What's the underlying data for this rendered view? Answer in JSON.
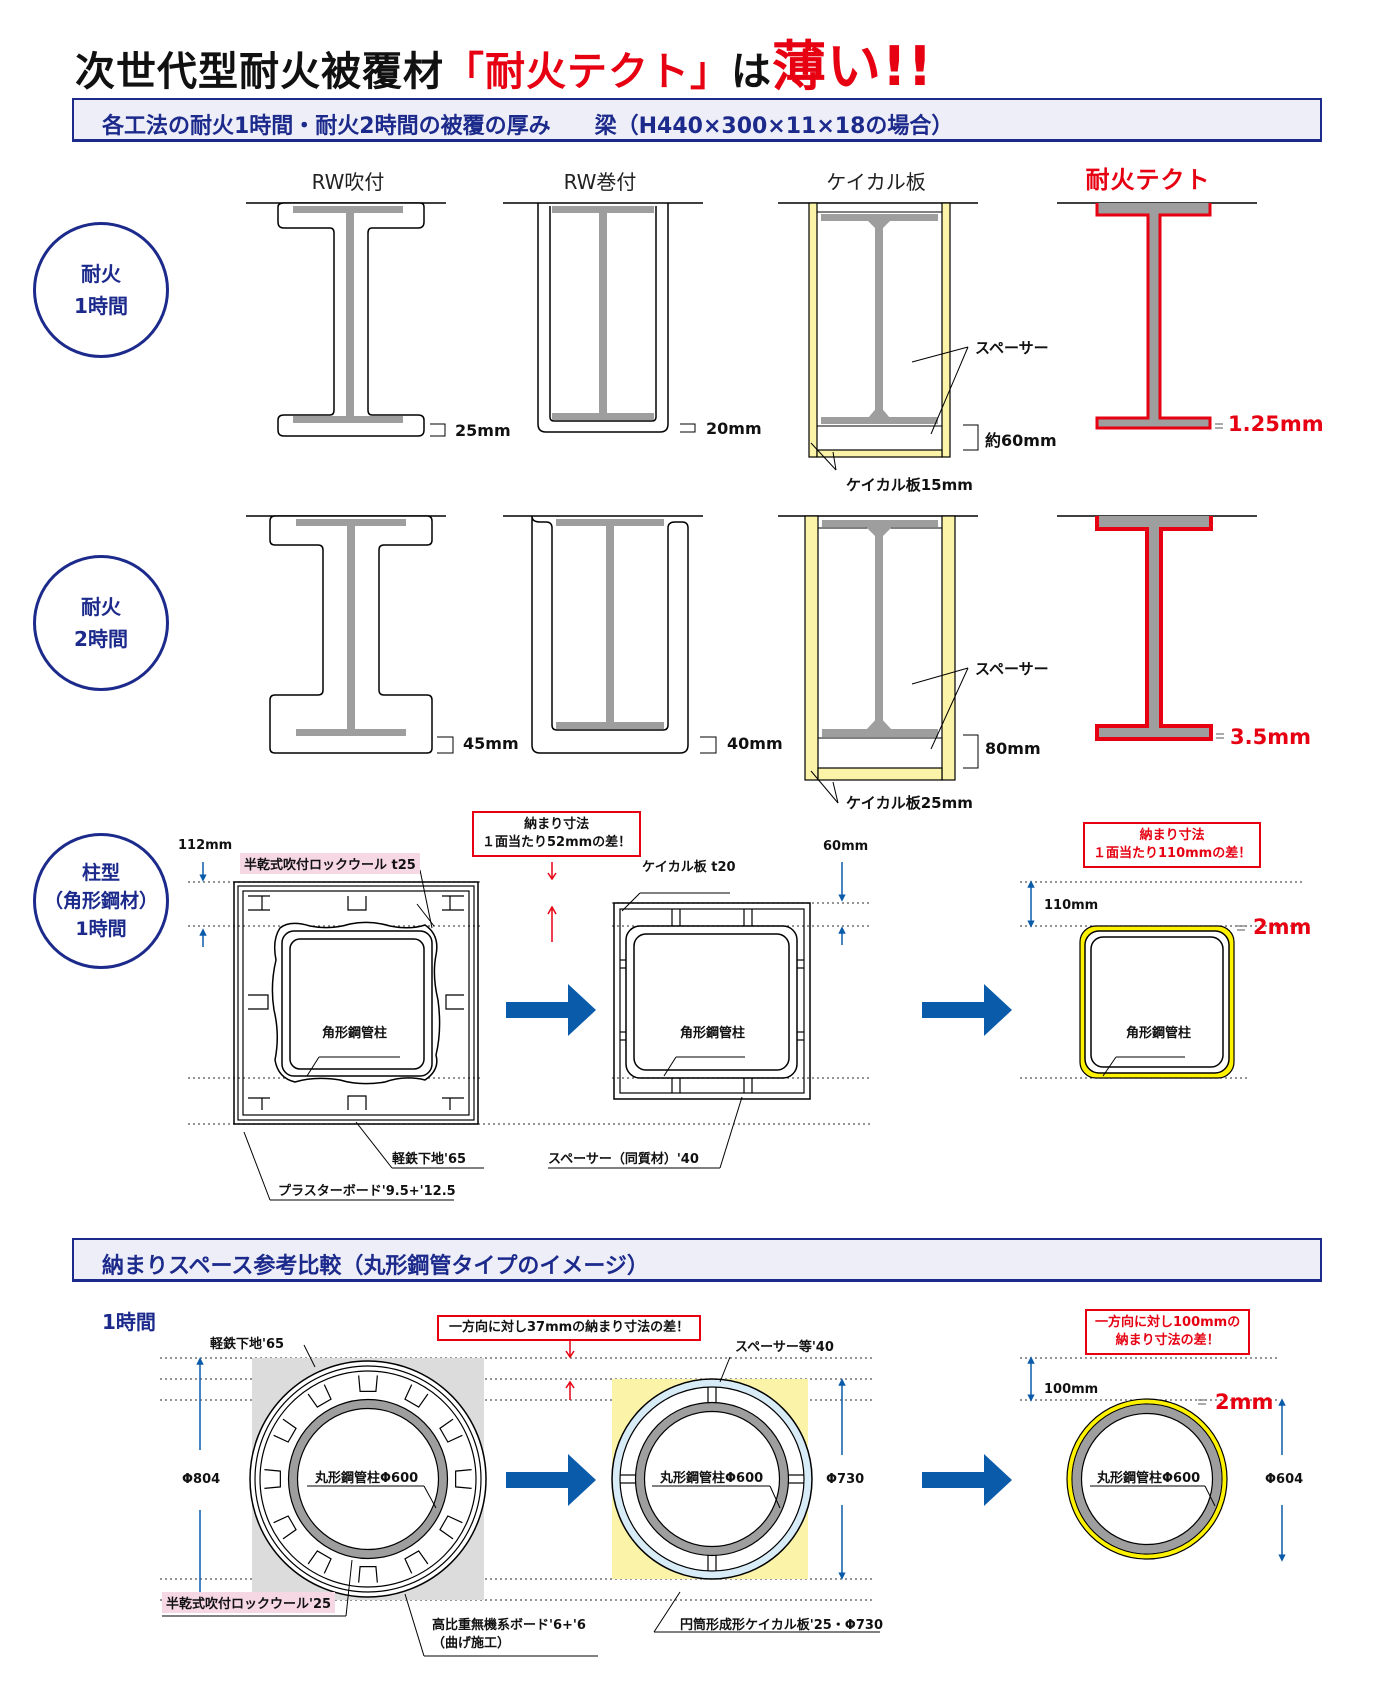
{
  "title": {
    "prefix": "次世代型耐火被覆材",
    "product": "「耐火テクト」",
    "mid": "は",
    "emph": "薄い",
    "exclaim": "!!"
  },
  "section1": {
    "heading": "各工法の耐火1時間・耐火2時間の被覆の厚み　　梁（H440×300×11×18の場合）",
    "columns": [
      "RW吹付",
      "RW巻付",
      "ケイカル板",
      "耐火テクト"
    ],
    "rows": [
      {
        "badge_line1": "耐火",
        "badge_line2": "1時間",
        "rw_spray": "25mm",
        "rw_wrap": "20mm",
        "keical_spacer": "スペーサー",
        "keical_gap": "約60mm",
        "keical_board": "ケイカル板15mm",
        "tect": "1.25mm"
      },
      {
        "badge_line1": "耐火",
        "badge_line2": "2時間",
        "rw_spray": "45mm",
        "rw_wrap": "40mm",
        "keical_spacer": "スペーサー",
        "keical_gap": "80mm",
        "keical_board": "ケイカル板25mm",
        "tect": "3.5mm"
      }
    ]
  },
  "column_section": {
    "badge_line1": "柱型",
    "badge_line2": "（角形鋼材）",
    "badge_line3": "1時間",
    "dim_left": "112mm",
    "rockwool_label": "半乾式吹付ロックウール t25",
    "diff1_line1": "納まり寸法",
    "diff1_line2": "１面当たり52mmの差！",
    "keical_label": "ケイカル板 t20",
    "dim_mid": "60mm",
    "diff2_line1": "納まり寸法",
    "diff2_line2": "１面当たり110mmの差！",
    "dim_right": "110mm",
    "tect_thickness": "2mm",
    "column_label": "角形鋼管柱",
    "steel_stud": "軽鉄下地'65",
    "plaster": "プラスターボード'9.5+'12.5",
    "spacer": "スペーサー（同質材）'40"
  },
  "section2": {
    "heading": "納まりスペース参考比較（丸形鋼管タイプのイメージ）",
    "subheading": "1時間",
    "steel_stud": "軽鉄下地'65",
    "diff1": "一方向に対し37mmの納まり寸法の差！",
    "spacer": "スペーサー等'40",
    "diff2_line1": "一方向に対し100mmの",
    "diff2_line2": "納まり寸法の差！",
    "dim_right": "100mm",
    "tect_thickness": "2mm",
    "pipe_label": "丸形鋼管柱Φ600",
    "dia1": "Φ804",
    "dia2": "Φ730",
    "dia3": "Φ604",
    "rockwool": "半乾式吹付ロックウール'25",
    "board_line1": "高比重無機系ボード'6+'6",
    "board_line2": "（曲げ施工）",
    "keical": "円筒形成形ケイカル板'25・Φ730"
  },
  "colors": {
    "navy": "#1c2a8c",
    "red": "#e60012",
    "steel": "#9e9e9e",
    "keical_yellow": "#fbf3a8",
    "tect_yellow": "#fff200",
    "arrow_blue": "#0a5cab",
    "light_blue": "#d8ecf7",
    "gray_bg": "#dcdcdc",
    "pink": "#f6d7e4"
  }
}
